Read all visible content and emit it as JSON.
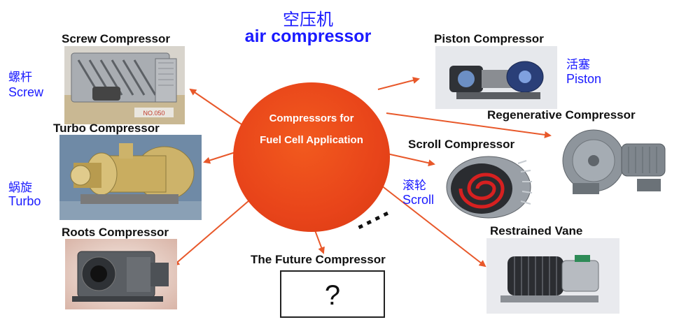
{
  "title": {
    "cn": "空压机",
    "en": "air compressor"
  },
  "hub": {
    "line1": "Compressors for",
    "line2": "Fuel Cell Application"
  },
  "nodes": {
    "screw": {
      "label": "Screw Compressor",
      "cn": "螺杆",
      "en": "Screw",
      "plate_text": "NO.050"
    },
    "turbo": {
      "label": "Turbo Compressor",
      "cn": "蜗旋",
      "en": "Turbo"
    },
    "roots": {
      "label": "Roots Compressor"
    },
    "piston": {
      "label": "Piston Compressor",
      "cn": "活塞",
      "en": "Piston"
    },
    "regenerative": {
      "label": "Regenerative Compressor"
    },
    "scroll": {
      "label": "Scroll Compressor",
      "cn": "滚轮",
      "en": "Scroll"
    },
    "vane": {
      "label": "Restrained Vane"
    },
    "future": {
      "label": "The Future Compressor",
      "box": "?"
    }
  },
  "colors": {
    "hub": "#e8441a",
    "arrow": "#e8582a",
    "chinese_text": "#1a1aff",
    "label_text": "#111111"
  }
}
